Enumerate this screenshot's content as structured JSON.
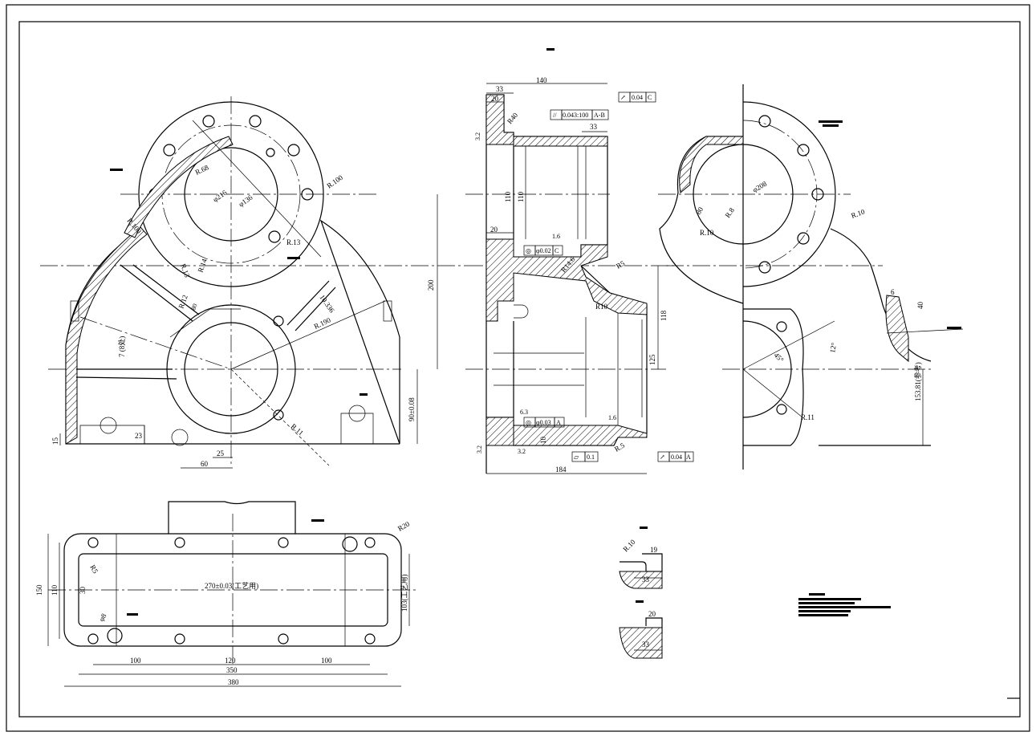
{
  "front_view": {
    "bolt_circle_dia": "φ216",
    "bore_dia": "φ136",
    "radii": [
      "R.68",
      "R.100",
      "R.100",
      "R.13",
      "R.12",
      "R.13",
      "R.14",
      "R.190",
      "R.11"
    ],
    "slot": "10.336",
    "angle_label": "7 (8处)",
    "hole_label": "80",
    "dims": {
      "height_200": "200",
      "height_90": "90±0.08",
      "base_15": "15",
      "base_23": "23",
      "pos_25": "25",
      "pos_60": "60"
    }
  },
  "section_view": {
    "top_width": "140",
    "left_wall": "33",
    "top_flange_20": "20",
    "bottom_width": "184",
    "mid_flange_20": "20",
    "pad_33": "33",
    "heights": [
      "110",
      "110",
      "125",
      "118",
      "10"
    ],
    "radii": [
      "R40",
      "R10",
      "R14.6",
      "R.5",
      "R5",
      "R.10"
    ],
    "tolerances": {
      "parallel": {
        "symbol": "//",
        "value": "0.043:100",
        "datum": "A-B"
      },
      "runout_top": {
        "symbol": "↗",
        "value": "0.04",
        "datum": "C"
      },
      "coax_mid": {
        "symbol": "◎",
        "value": "φ0.02",
        "datum": "C"
      },
      "coax_bottom": {
        "symbol": "◎",
        "value": "φ0.03",
        "datum": "A"
      },
      "flatness": {
        "symbol": "▱",
        "value": "0.1"
      },
      "runout_bottom": {
        "symbol": "↗",
        "value": "0.04",
        "datum": "A"
      }
    },
    "roughness": [
      "3.2",
      "1.6",
      "6.3",
      "3.2",
      "1.6",
      "3.2"
    ]
  },
  "side_view": {
    "bore_dia": "φ208",
    "radii": [
      "R.8",
      "R.10",
      "R.10",
      "R.11"
    ],
    "dim_80": "80",
    "angle_45": "45°",
    "angle_12": "12°",
    "dim_6": "6",
    "dim_40": "40",
    "vertical_dim": "153.81(参考)"
  },
  "top_view": {
    "overall_width": "380",
    "hole_span": "350",
    "span_left": "100",
    "span_mid": "120",
    "span_right": "100",
    "inner_note": "270±0.03(工艺用)",
    "height_150": "150",
    "height_110": "110",
    "right_note": "103(工艺用)",
    "r20": "R20",
    "r5": "R5",
    "dim_30": "30",
    "hole_note": "φ8"
  },
  "detail_a": {
    "radius": "R.10",
    "dim_19": "19",
    "dim_33": "33"
  },
  "detail_b": {
    "dim_20": "20",
    "dim_33": "33"
  }
}
